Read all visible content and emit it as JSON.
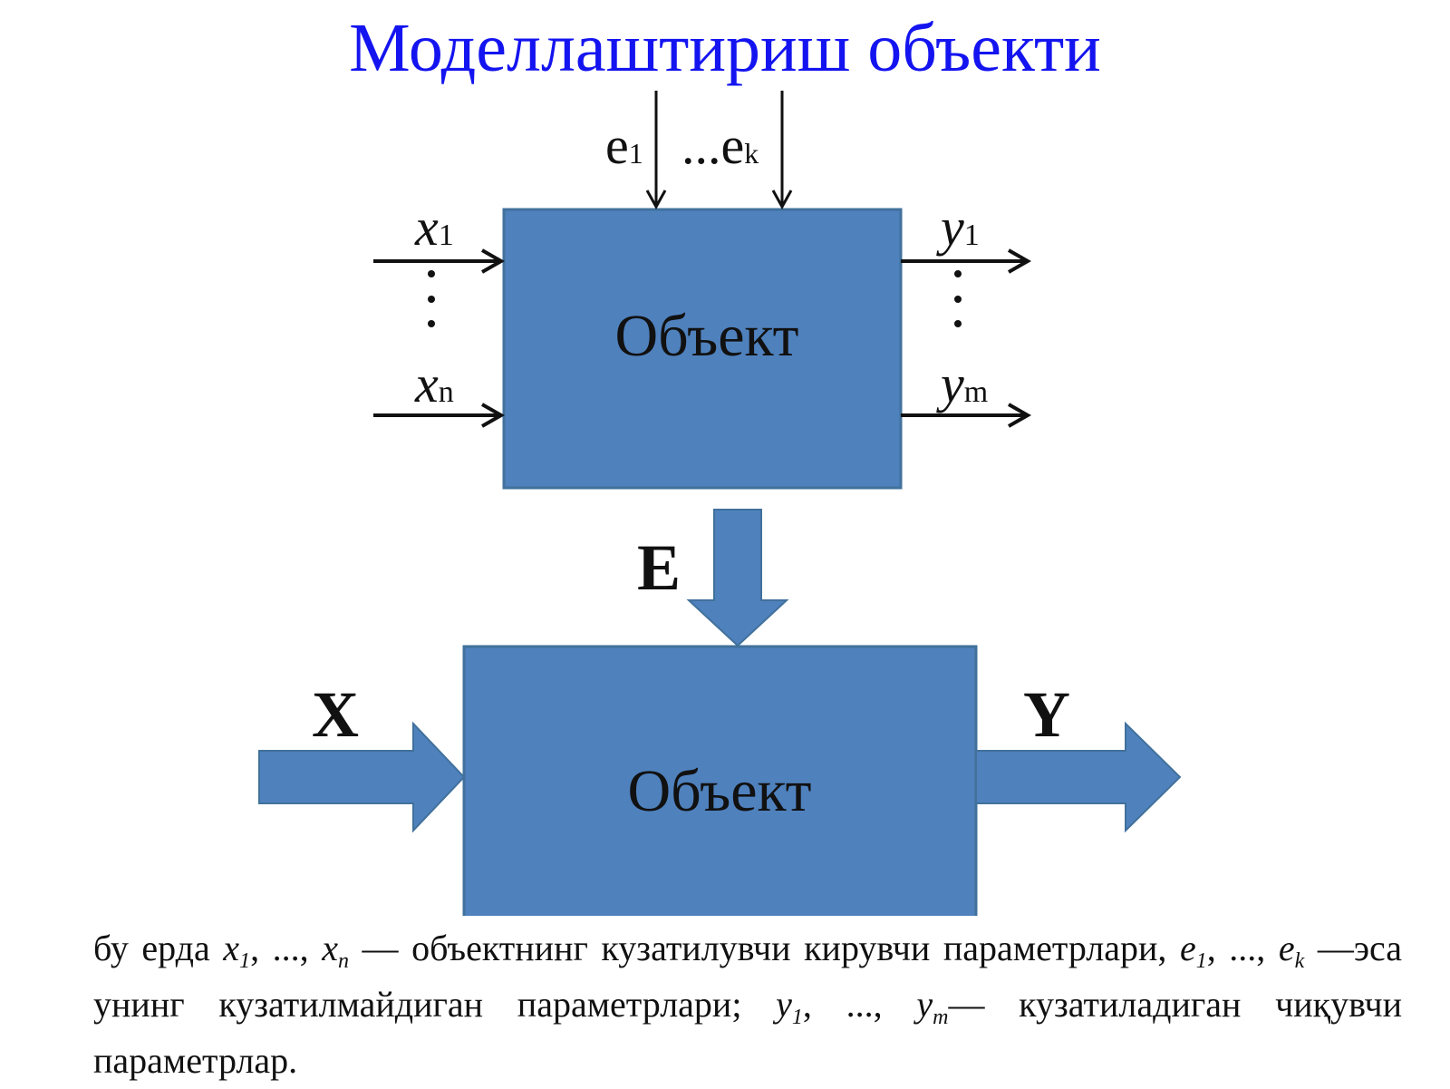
{
  "title": "Моделлаштириш объекти",
  "colors": {
    "title": "#1414f0",
    "box_fill": "#4f81bd",
    "box_stroke": "#41719c",
    "arrow": "#111111",
    "text": "#111111"
  },
  "top_diagram": {
    "box_label": "Объект",
    "disturbance_labels": {
      "e1": "e",
      "e1_sub": "1",
      "ellipsis": "...",
      "ek": "e",
      "ek_sub": "k"
    },
    "input_labels": {
      "x1": "x",
      "x1_sub": "1",
      "xn": "x",
      "xn_sub": "n"
    },
    "output_labels": {
      "y1": "y",
      "y1_sub": "1",
      "ym": "y",
      "ym_sub": "m"
    }
  },
  "bottom_diagram": {
    "box_label": "Объект",
    "disturbance_label": "E",
    "input_label": "X",
    "output_label": "Y"
  },
  "note": {
    "w1": "бу ерда",
    "x": "x",
    "x_sub1": "1",
    "sep1": ", ..., ",
    "x_subn": "n",
    "t1": " — объектнинг кузатилувчи кирувчи параметрлари, ",
    "e": "e",
    "e_sub1": "1",
    "sep2": ", ..., ",
    "e_subk": "k",
    "t2": " —эса унинг кузатилмайдиган параметрлари; ",
    "y": "y",
    "y_sub1": "1",
    "sep3": ", ..., ",
    "y_subm": "m",
    "t3": "— кузатиладиган чиқувчи параметрлар."
  }
}
